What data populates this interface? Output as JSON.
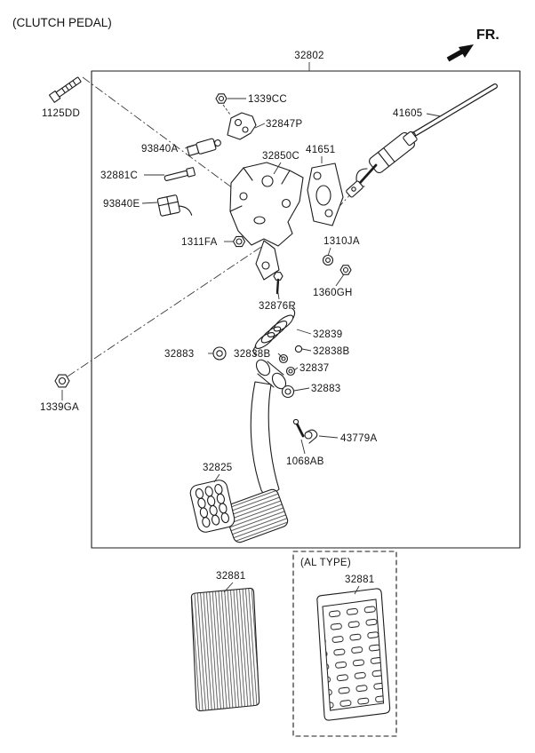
{
  "page": {
    "title": "(CLUTCH PEDAL)",
    "fr_label": "FR.",
    "assembly_label": "32802",
    "al_type_label": "(AL TYPE)"
  },
  "colors": {
    "line": "#1b1b1b",
    "background": "#ffffff"
  },
  "parts": [
    {
      "label": "1125DD",
      "depicts": "bolt"
    },
    {
      "label": "1339CC",
      "depicts": "nut"
    },
    {
      "label": "32847P",
      "depicts": "bracket"
    },
    {
      "label": "93840A",
      "depicts": "switch"
    },
    {
      "label": "32850C",
      "depicts": "pedal-bracket"
    },
    {
      "label": "41651",
      "depicts": "gasket-plate"
    },
    {
      "label": "41605",
      "depicts": "clutch-master-cylinder"
    },
    {
      "label": "32881C",
      "depicts": "pin-bolt"
    },
    {
      "label": "93840E",
      "depicts": "switch-connector"
    },
    {
      "label": "1311FA",
      "depicts": "nut"
    },
    {
      "label": "1310JA",
      "depicts": "washer"
    },
    {
      "label": "1360GH",
      "depicts": "nut"
    },
    {
      "label": "32876R",
      "depicts": "bolt"
    },
    {
      "label": "32839",
      "depicts": "return-spring"
    },
    {
      "label": "32883",
      "depicts": "bushing"
    },
    {
      "label": "32838B",
      "depicts": "bushing"
    },
    {
      "label": "32838B",
      "depicts": "bushing"
    },
    {
      "label": "32837",
      "depicts": "washer"
    },
    {
      "label": "32883",
      "depicts": "bushing"
    },
    {
      "label": "43779A",
      "depicts": "snap-pin"
    },
    {
      "label": "1068AB",
      "depicts": "clevis-pin"
    },
    {
      "label": "32825",
      "depicts": "stopper-pad"
    },
    {
      "label": "1339GA",
      "depicts": "nut"
    },
    {
      "label": "32881",
      "depicts": "pedal-pad-rubber"
    },
    {
      "label": "32881",
      "depicts": "pedal-pad-aluminum"
    }
  ]
}
